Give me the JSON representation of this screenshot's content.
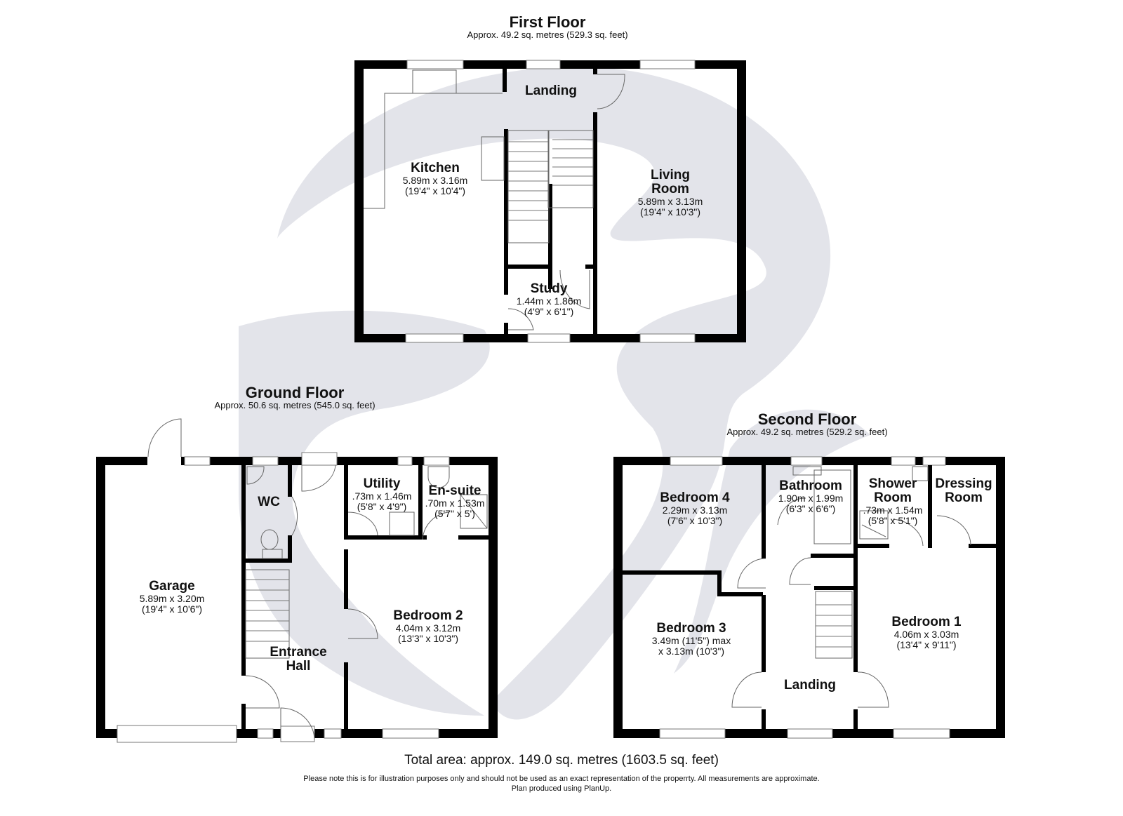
{
  "colors": {
    "watermark": "#e3e4ea",
    "wall": "#000000",
    "text": "#111111"
  },
  "floors": {
    "first": {
      "title": "First Floor",
      "area": "Approx. 49.2 sq. metres (529.3 sq. feet)",
      "rooms": [
        {
          "name": "Landing",
          "dims": []
        },
        {
          "name": "Kitchen",
          "dims": [
            "5.89m x 3.16m",
            "(19'4\" x 10'4\")"
          ]
        },
        {
          "name": "Living Room",
          "name_lines": [
            "Living",
            "Room"
          ],
          "dims": [
            "5.89m x 3.13m",
            "(19'4\" x 10'3\")"
          ]
        },
        {
          "name": "Study",
          "dims": [
            "1.44m x 1.86m",
            "(4'9\" x 6'1\")"
          ]
        }
      ]
    },
    "ground": {
      "title": "Ground Floor",
      "area": "Approx. 50.6 sq. metres (545.0 sq. feet)",
      "rooms": [
        {
          "name": "Garage",
          "dims": [
            "5.89m x 3.20m",
            "(19'4\" x 10'6\")"
          ]
        },
        {
          "name": "WC",
          "dims": []
        },
        {
          "name": "Utility",
          "dims": [
            ".73m x 1.46m",
            "(5'8\" x 4'9\")"
          ]
        },
        {
          "name": "En-suite",
          "dims": [
            ".70m x 1.53m",
            "(5'7\" x 5')"
          ]
        },
        {
          "name": "Bedroom 2",
          "dims": [
            "4.04m x 3.12m",
            "(13'3\" x 10'3\")"
          ]
        },
        {
          "name": "Entrance Hall",
          "name_lines": [
            "Entrance",
            "Hall"
          ],
          "dims": []
        }
      ]
    },
    "second": {
      "title": "Second Floor",
      "area": "Approx. 49.2 sq. metres (529.2 sq. feet)",
      "rooms": [
        {
          "name": "Bedroom 4",
          "dims": [
            "2.29m x 3.13m",
            "(7'6\" x 10'3\")"
          ]
        },
        {
          "name": "Bathroom",
          "dims": [
            "1.90m x 1.99m",
            "(6'3\" x 6'6\")"
          ]
        },
        {
          "name": "Shower Room",
          "name_lines": [
            "Shower",
            "Room"
          ],
          "dims": [
            ".73m x 1.54m",
            "(5'8\" x 5'1\")"
          ]
        },
        {
          "name": "Dressing Room",
          "name_lines": [
            "Dressing",
            "Room"
          ],
          "dims": []
        },
        {
          "name": "Bedroom 3",
          "dims": [
            "3.49m (11'5\") max",
            "x 3.13m (10'3\")"
          ]
        },
        {
          "name": "Bedroom 1",
          "dims": [
            "4.06m x 3.03m",
            "(13'4\" x 9'11\")"
          ]
        },
        {
          "name": "Landing",
          "dims": []
        }
      ]
    }
  },
  "footer": {
    "total": "Total area: approx. 149.0 sq. metres (1603.5 sq. feet)",
    "disclaimer": "Please note this is for illustration purposes only and should not be used as an exact representation of the properrty. All measurements are approximate.",
    "credit": "Plan produced using PlanUp."
  }
}
